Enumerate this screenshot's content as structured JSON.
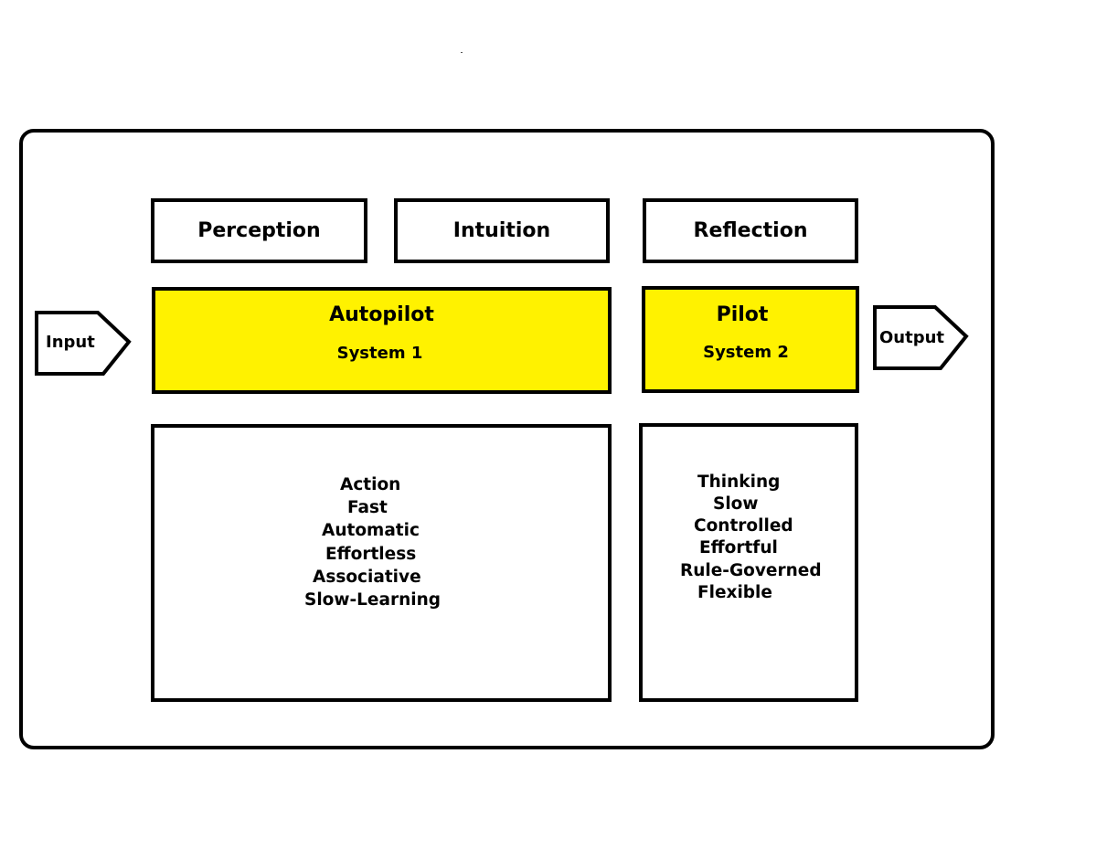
{
  "labels": {
    "perception": "Perception",
    "intuition": "Intuition",
    "reflection": "Reflection"
  },
  "autopilot": {
    "title": "Autopilot",
    "subtitle": "System 1",
    "traits": [
      "Action",
      "Fast",
      "Automatic",
      "Effortless",
      "Associative",
      "Slow-Learning"
    ]
  },
  "pilot": {
    "title": "Pilot",
    "subtitle": "System 2",
    "traits": [
      "Thinking",
      "Slow",
      "Controlled",
      "Effortful",
      "Rule-Governed",
      "Flexible"
    ]
  },
  "flow": {
    "input": "Input",
    "output": "Output"
  },
  "colors": {
    "system_fill": "#fff200",
    "stroke": "#000000",
    "background": "#ffffff"
  }
}
